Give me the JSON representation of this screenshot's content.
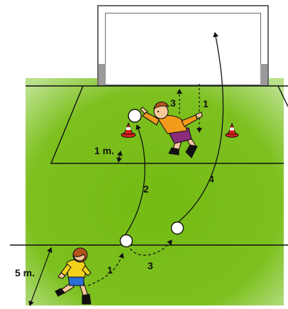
{
  "labels": {
    "run_1": "1",
    "pass_2": "2",
    "run_3": "3",
    "shot_4": "4",
    "keeper_3": "3",
    "keeper_1": "1",
    "dist_1m": "1 m.",
    "dist_5m": "5 m."
  },
  "colors": {
    "pitch": "#7dc01f",
    "pitch_edge": "#a8d86a",
    "lines": "#111111",
    "goal": "#ffffff",
    "cone": "#e0201b",
    "keeper_shirt": "#f39a1c",
    "keeper_shorts": "#8a2c7a",
    "player_shirt": "#f2d21a",
    "player_shorts": "#2a6fd6",
    "hair": "#b5531c",
    "skin": "#f6c79a"
  },
  "icons": [
    "soccer-goal-icon",
    "training-cone-icon",
    "goalkeeper-icon",
    "player-icon",
    "ball-icon"
  ]
}
